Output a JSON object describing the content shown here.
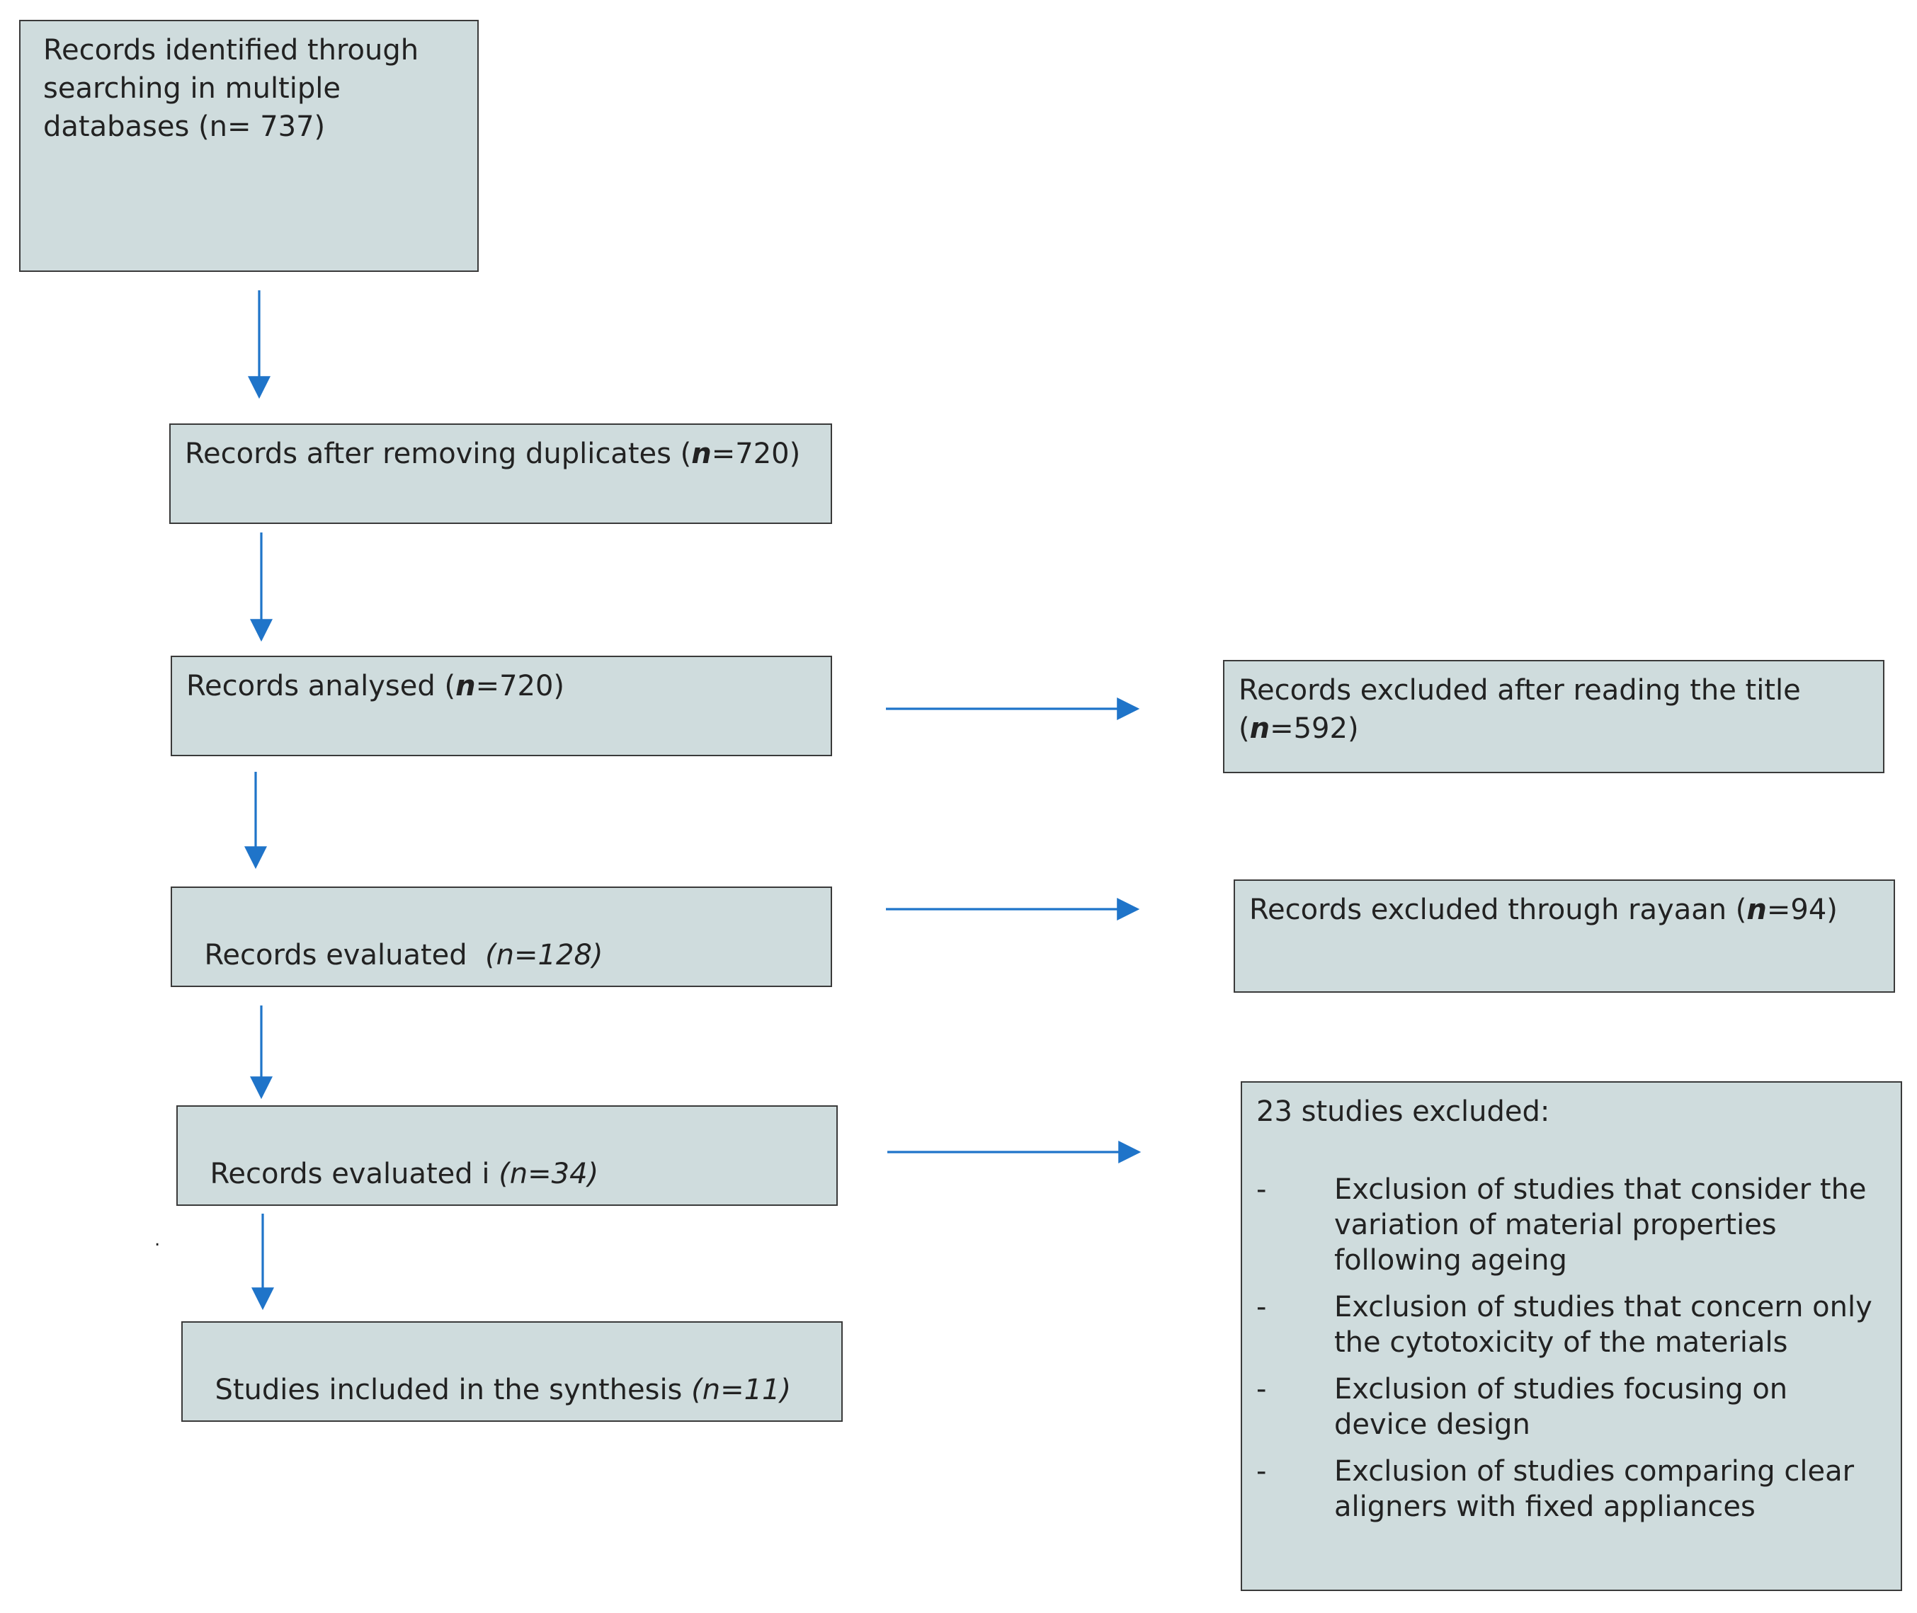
{
  "identified": {
    "text": "Records identified through searching in multiple databases (n= 737)"
  },
  "deduplicated": {
    "prefix": "Records after removing duplicates (",
    "n": "n",
    "suffix": "=720)"
  },
  "analysed": {
    "prefix": "Records analysed (",
    "n": "n",
    "suffix": "=720)"
  },
  "evaluated": {
    "prefix": "Records evaluated  ",
    "count": "(n=128)"
  },
  "evaluated_i": {
    "prefix": "Records evaluated i ",
    "count": "(n=34)"
  },
  "included": {
    "prefix": "Studies included in the synthesis ",
    "count": "(n=11)"
  },
  "excluded_title": {
    "prefix": "Records excluded after reading the title (",
    "n": "n",
    "suffix": "=592)"
  },
  "excluded_rayaan": {
    "prefix": "Records excluded through rayaan (",
    "n": "n",
    "suffix": "=94)"
  },
  "excluded_studies": {
    "title": "23 studies excluded:",
    "bullet": "-",
    "items": [
      "Exclusion of studies that consider the variation of material properties following ageing",
      "Exclusion of studies that concern only the cytotoxicity of the materials",
      "Exclusion of studies focusing on device design",
      "Exclusion of studies comparing clear aligners with fixed appliances"
    ]
  },
  "stray_mark": ".",
  "colors": {
    "box_fill": "#cfdcdd",
    "box_border": "#3a3a3a",
    "arrow": "#1f74c9"
  }
}
